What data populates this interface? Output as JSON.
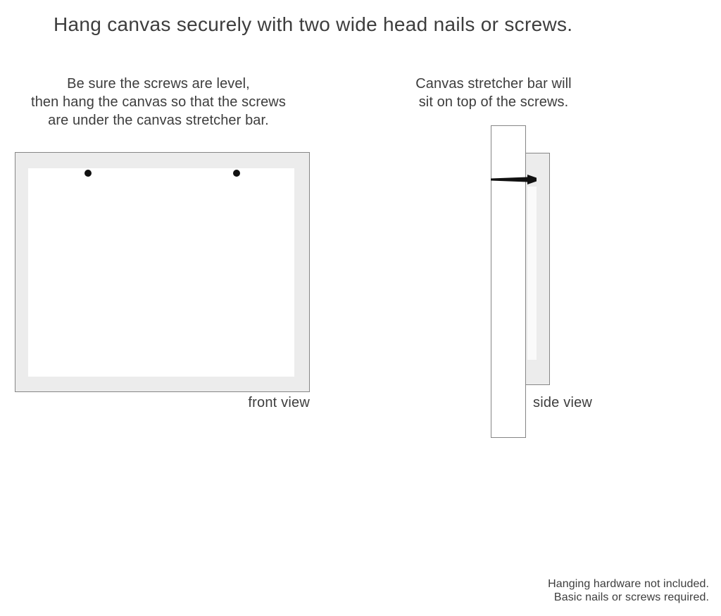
{
  "title": "Hang canvas securely with two wide head nails or screws.",
  "instructions": {
    "left": {
      "lines": [
        "Be sure the screws are level,",
        "then hang the canvas so that the screws",
        "are under the canvas stretcher bar."
      ]
    },
    "right": {
      "lines": [
        "Canvas stretcher bar will",
        "sit on top of the screws."
      ]
    }
  },
  "diagrams": {
    "front": {
      "label": "front view",
      "screw_count": 2
    },
    "side": {
      "label": "side view"
    }
  },
  "footnote": {
    "lines": [
      "Hanging hardware not included.",
      "Basic nails or screws required."
    ]
  },
  "colors": {
    "background": "#ffffff",
    "frame_fill": "#ececec",
    "frame_border": "#868686",
    "canvas_face": "#ffffff",
    "canvas_side_face": "#fafafa",
    "text": "#3d3d3d",
    "hardware": "#111111"
  }
}
